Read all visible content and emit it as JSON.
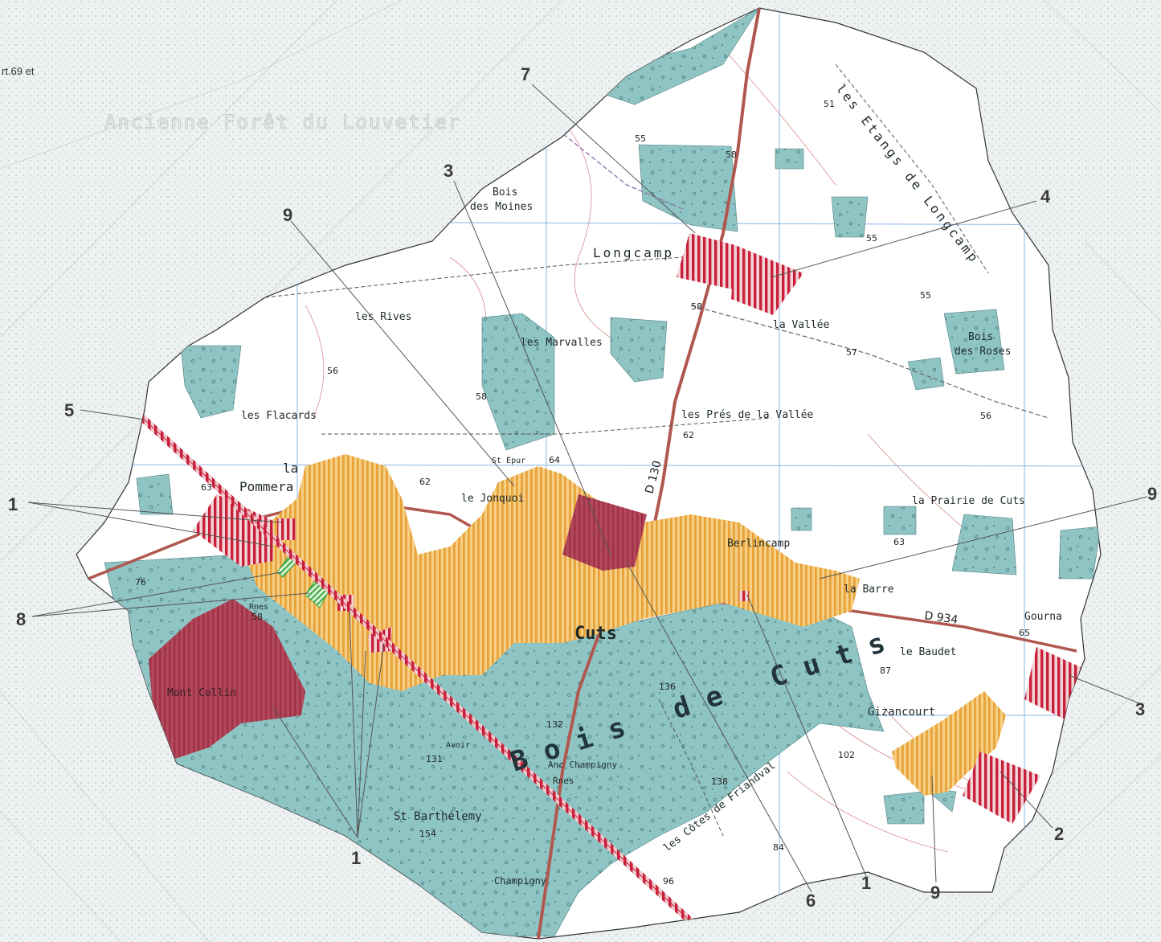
{
  "corner_text": "rt.69 et",
  "ghost_label": "Ancienne Forêt du Louvetier",
  "places": {
    "bois_des_moines_1": "Bois",
    "bois_des_moines_2": "des Moines",
    "longcamp": "Longcamp",
    "les_etangs": "les Etangs de Longcamp",
    "la_vallee": "la Vallée",
    "bois_des_roses_1": "Bois",
    "bois_des_roses_2": "des Roses",
    "les_rives": "les Rives",
    "les_marvalles": "les Marvalles",
    "les_flacards": "les Flacards",
    "les_pres": "les Prés de la Vallée",
    "la_pommeraie_1": "la",
    "la_pommeraie_2": "Pommera",
    "st_epur": "St Épur",
    "le_jonquoi": "le Jonquoi",
    "la_prairie": "la Prairie de Cuts",
    "berlincamp": "Berlincamp",
    "la_barre": "la Barre",
    "gourna": "Gourna",
    "le_baudet": "le Baudet",
    "gizancourt": "Gizancourt",
    "bois_de_cuts": "Bois de Cuts",
    "cuts": "Cuts",
    "anc_champigny": "Anc Champigny",
    "rnes": "Rnes",
    "rnes2": "Rnes",
    "avoir": "Avoir",
    "st_barthelemy": "St Barthélemy",
    "les_cotes": "les Côtes de Friandval",
    "champigny": "Champigny",
    "montcollin": "Mont Collin"
  },
  "roads": {
    "d130": "D 130",
    "d934": "D 934"
  },
  "altitudes": [
    "55",
    "58",
    "51",
    "55",
    "58",
    "55",
    "57",
    "56",
    "56",
    "58",
    "62",
    "64",
    "62",
    "63",
    "76",
    "58",
    "63",
    "65",
    "87",
    "132",
    "136",
    "131",
    "138",
    "102",
    "154",
    "96",
    "84"
  ],
  "callouts": [
    {
      "id": "c1a",
      "label": "1"
    },
    {
      "id": "c1b",
      "label": "1"
    },
    {
      "id": "c1c",
      "label": "1"
    },
    {
      "id": "c2",
      "label": "2"
    },
    {
      "id": "c3a",
      "label": "3"
    },
    {
      "id": "c3b",
      "label": "3"
    },
    {
      "id": "c4",
      "label": "4"
    },
    {
      "id": "c5",
      "label": "5"
    },
    {
      "id": "c6",
      "label": "6"
    },
    {
      "id": "c7",
      "label": "7"
    },
    {
      "id": "c8",
      "label": "8"
    },
    {
      "id": "c9a",
      "label": "9"
    },
    {
      "id": "c9b",
      "label": "9"
    },
    {
      "id": "c9c",
      "label": "9"
    }
  ],
  "colors": {
    "forest": "#8fc4c4",
    "hatch_red": "#c8203a",
    "hatch_orange": "#f2b13c",
    "hatch_green": "#3aa83a",
    "road": "#b0584f",
    "grid": "#8ab4e6",
    "contour": "#d98c8c"
  }
}
